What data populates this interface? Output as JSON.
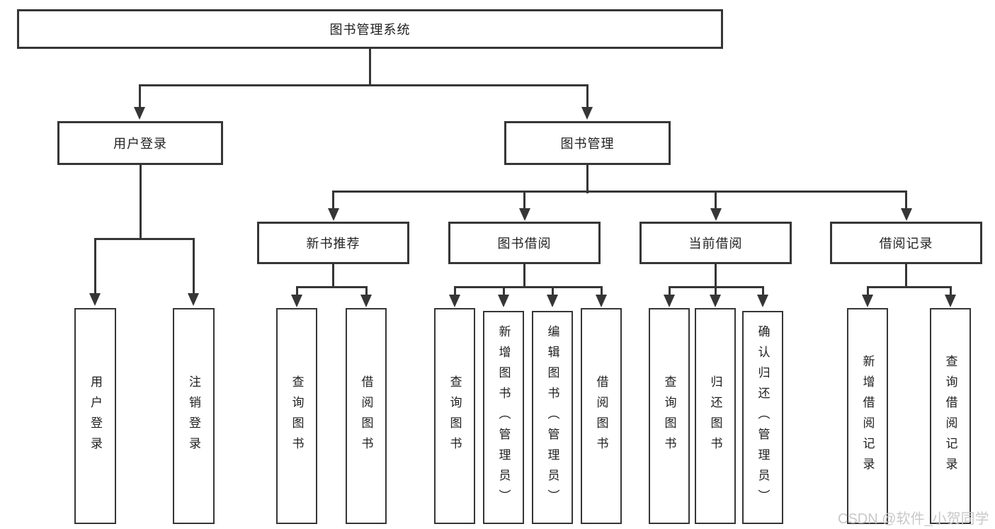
{
  "colors": {
    "line": "#363636",
    "text": "#1f1f1f",
    "background": "#ffffff",
    "watermark": "#c8c8c8"
  },
  "tree": {
    "label": "图书管理系统",
    "children": [
      {
        "label": "用户登录",
        "children": [
          {
            "label": "用户登录"
          },
          {
            "label": "注销登录"
          }
        ]
      },
      {
        "label": "图书管理",
        "children": [
          {
            "label": "新书推荐",
            "children": [
              {
                "label": "查询图书"
              },
              {
                "label": "借阅图书"
              }
            ]
          },
          {
            "label": "图书借阅",
            "children": [
              {
                "label": "查询图书"
              },
              {
                "label": "新增图书（管理员）"
              },
              {
                "label": "编辑图书（管理员）"
              },
              {
                "label": "借阅图书"
              }
            ]
          },
          {
            "label": "当前借阅",
            "children": [
              {
                "label": "查询图书"
              },
              {
                "label": "归还图书"
              },
              {
                "label": "确认归还（管理员）"
              }
            ]
          },
          {
            "label": "借阅记录",
            "children": [
              {
                "label": "新增借阅记录"
              },
              {
                "label": "查询借阅记录"
              }
            ]
          }
        ]
      }
    ]
  },
  "watermark": "CSDN @软件_小贺同学"
}
